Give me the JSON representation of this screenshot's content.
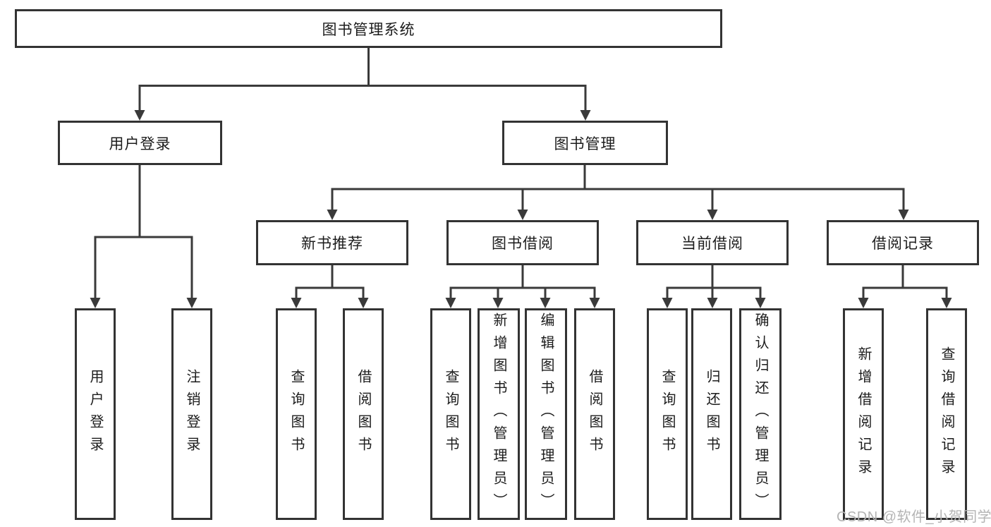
{
  "diagram": {
    "tree": {
      "label": "图书管理系统",
      "children": [
        {
          "label": "用户登录",
          "children": [
            {
              "label": "用户登录"
            },
            {
              "label": "注销登录"
            }
          ]
        },
        {
          "label": "图书管理",
          "children": [
            {
              "label": "新书推荐",
              "children": [
                {
                  "label": "查询图书"
                },
                {
                  "label": "借阅图书"
                }
              ]
            },
            {
              "label": "图书借阅",
              "children": [
                {
                  "label": "查询图书"
                },
                {
                  "label": "新增图书（管理员）"
                },
                {
                  "label": "编辑图书（管理员）"
                },
                {
                  "label": "借阅图书"
                }
              ]
            },
            {
              "label": "当前借阅",
              "children": [
                {
                  "label": "查询图书"
                },
                {
                  "label": "归还图书"
                },
                {
                  "label": "确认归还（管理员）"
                }
              ]
            },
            {
              "label": "借阅记录",
              "children": [
                {
                  "label": "新增借阅记录"
                },
                {
                  "label": "查询借阅记录"
                }
              ]
            }
          ]
        }
      ]
    }
  },
  "watermark": {
    "text": "CSDN @软件_小贺同学"
  },
  "colors": {
    "line": "#3a3a3a",
    "box_border": "#333333",
    "box_fill": "#ffffff",
    "text": "#1c1c1c",
    "watermark": "#b4b4b4",
    "background": "#ffffff"
  }
}
